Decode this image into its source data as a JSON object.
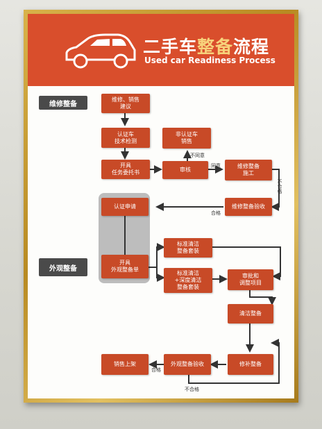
{
  "poster": {
    "title_prefix": "二手车",
    "title_highlight": "整备",
    "title_suffix": "流程",
    "subtitle": "Used car Readiness Process"
  },
  "sections": {
    "maintenance": "维修整备",
    "appearance": "外观整备"
  },
  "boxes": {
    "repair_sales_advice": "维修、销售\n建议",
    "cert_check": "认证车\n技术检测",
    "work_order": "开具\n任务委托书",
    "non_cert_sale": "非认证车\n销售",
    "review": "审核",
    "repair_construction": "维修整备\n施工",
    "repair_acceptance": "维修整备验收",
    "cert_apply": "认证申请",
    "appearance_order": "开具\n外观整备单",
    "std_clean": "标准清洁\n整备套装",
    "std_deep_clean": "标准清洁\n+深度清洁\n整备套装",
    "approve_adjust": "审批和\n调整项目",
    "clean_prep": "清洁整备",
    "touchup_prep": "修补整备",
    "appearance_acceptance": "外观整备验收",
    "sales_listing": "销售上架"
  },
  "labels": {
    "disagree": "不同意",
    "agree": "同意",
    "fail_right": "不合格",
    "pass": "合格",
    "pass_bottom": "合格",
    "fail_bottom": "不合格"
  },
  "colors": {
    "banner": "#d94e2c",
    "box": "#c84a27",
    "section": "#4a4a4a",
    "frame": "#c9a03a"
  }
}
